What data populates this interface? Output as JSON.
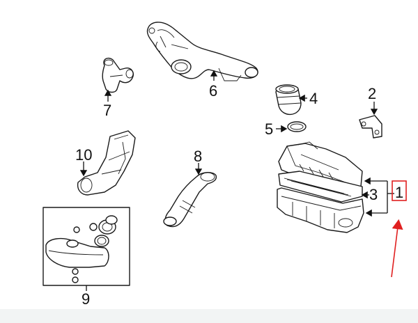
{
  "callouts": {
    "part_1": "1",
    "part_2": "2",
    "part_3": "3",
    "part_4": "4",
    "part_5": "5",
    "part_6": "6",
    "part_7": "7",
    "part_8": "8",
    "part_9": "9",
    "part_10": "10"
  },
  "colors": {
    "line": "#1a1a1a",
    "highlight": "#e02020",
    "footer": "#f2f4f4"
  }
}
